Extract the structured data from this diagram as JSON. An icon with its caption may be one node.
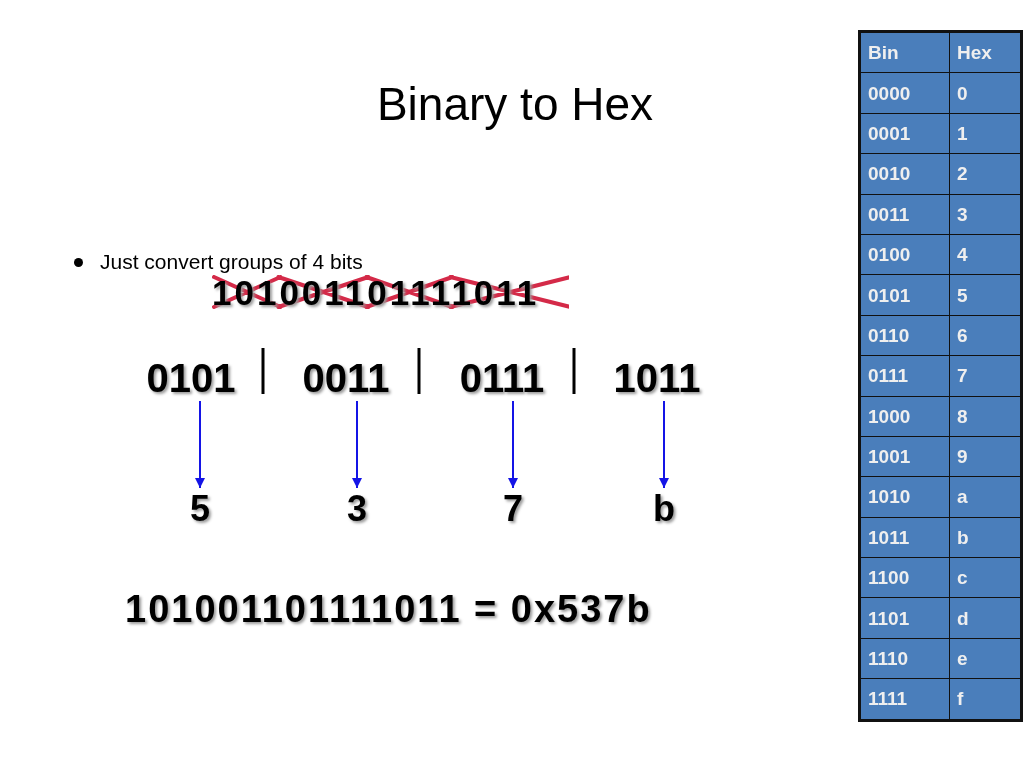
{
  "diagram": {
    "title": "Binary to Hex",
    "nodes": [
      {
        "text": [
          "0101"
        ]
      },
      {
        "text": [
          "0011"
        ]
      },
      {
        "text": [
          "0111"
        ]
      },
      {
        "text": [
          "1011"
        ]
      },
      {
        "text": [
          "5"
        ]
      },
      {
        "text": [
          "3"
        ]
      },
      {
        "text": [
          "7"
        ]
      },
      {
        "text": [
          "b"
        ]
      }
    ],
    "edges": [
      {
        "from": 0,
        "to": 4,
        "arrow": "to"
      },
      {
        "from": 1,
        "to": 5,
        "arrow": "to"
      },
      {
        "from": 2,
        "to": 6,
        "arrow": "to"
      },
      {
        "from": 3,
        "to": 7,
        "arrow": "to"
      }
    ],
    "labels": [
      "Just convert groups of 4 bits",
      "101001101111011",
      "101001101111011 = 0x537b",
      "Bin",
      "Hex",
      "0000",
      "0",
      "0001",
      "1",
      "0010",
      "2",
      "0011",
      "3",
      "0100",
      "4",
      "0101",
      "5",
      "0110",
      "6",
      "0111",
      "7",
      "1000",
      "8",
      "1001",
      "9",
      "1010",
      "a",
      "1011",
      "b",
      "1100",
      "c",
      "1101",
      "d",
      "1110",
      "e",
      "1111",
      "f"
    ]
  }
}
